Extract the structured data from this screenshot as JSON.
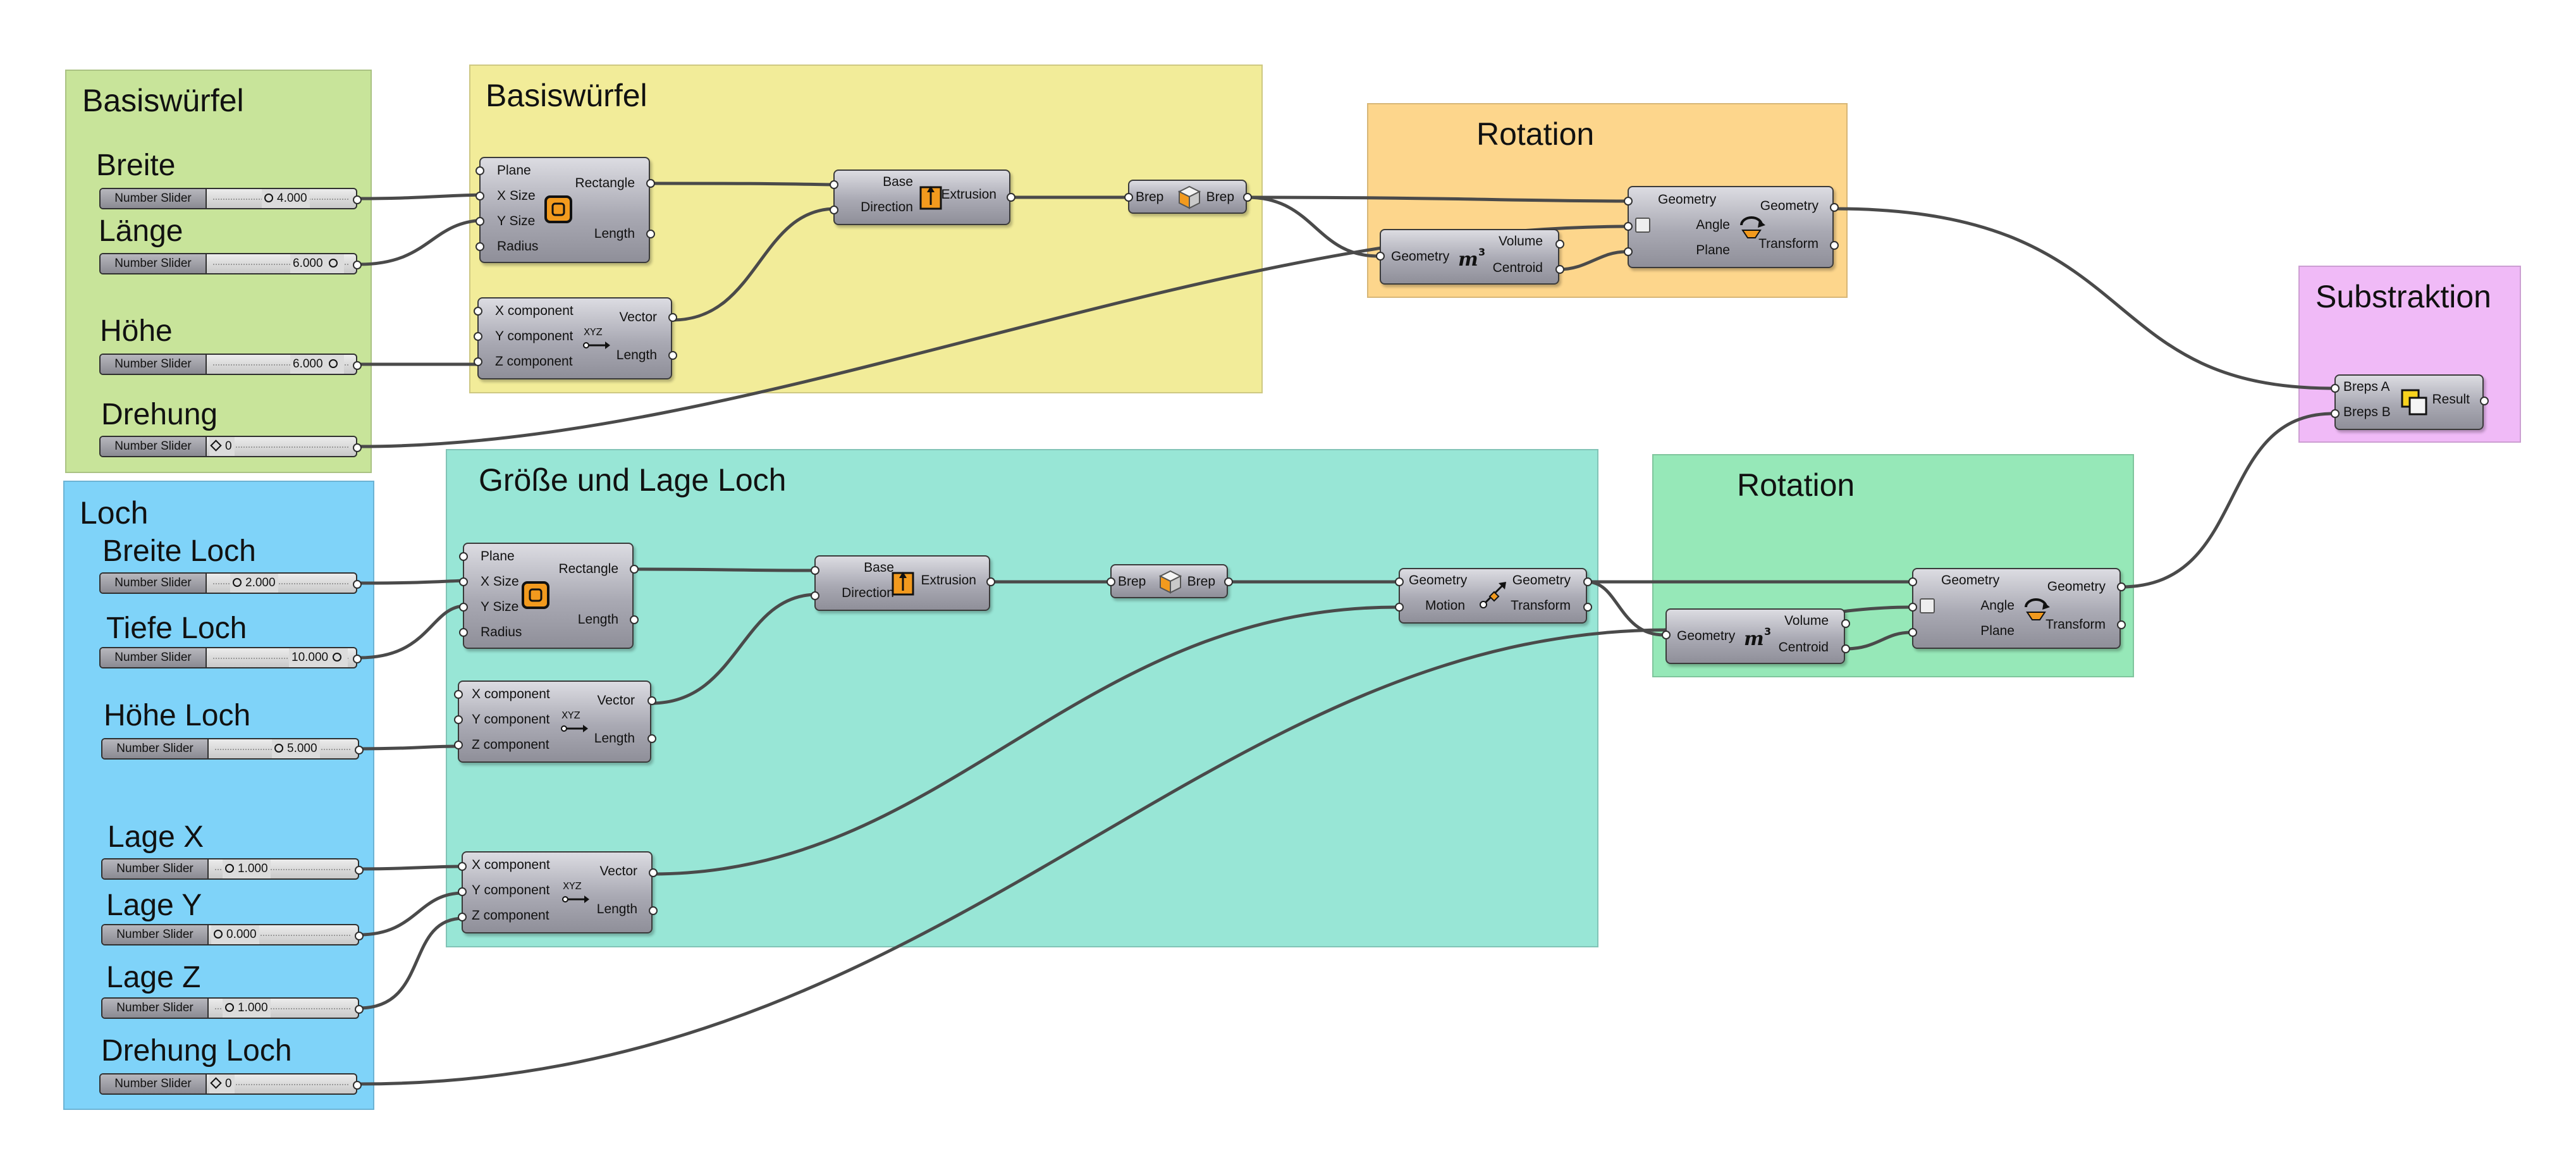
{
  "groups": {
    "basis_left": {
      "title": "Basiswürfel",
      "color": "#c8e49a"
    },
    "basis_main": {
      "title": "Basiswürfel",
      "color": "#f2ec99"
    },
    "rotation_top": {
      "title": "Rotation",
      "color": "#fdd68c"
    },
    "substraktion": {
      "title": "Substraktion",
      "color": "#f0baf7"
    },
    "loch": {
      "title": "Loch",
      "color": "#7fd3f9"
    },
    "groesse_lage": {
      "title": "Größe und Lage Loch",
      "color": "#98e6d6"
    },
    "rotation_bottom": {
      "title": "Rotation",
      "color": "#96e8b8"
    }
  },
  "sliders": {
    "breite": {
      "label": "Breite",
      "name": "Number Slider",
      "value": "4.000"
    },
    "laenge": {
      "label": "Länge",
      "name": "Number Slider",
      "value": "6.000"
    },
    "hoehe": {
      "label": "Höhe",
      "name": "Number Slider",
      "value": "6.000"
    },
    "drehung": {
      "label": "Drehung",
      "name": "Number Slider",
      "value": "0"
    },
    "breite_loch": {
      "label": "Breite Loch",
      "name": "Number Slider",
      "value": "2.000"
    },
    "tiefe_loch": {
      "label": "Tiefe Loch",
      "name": "Number Slider",
      "value": "10.000"
    },
    "hoehe_loch": {
      "label": "Höhe Loch",
      "name": "Number Slider",
      "value": "5.000"
    },
    "lage_x": {
      "label": "Lage X",
      "name": "Number Slider",
      "value": "1.000"
    },
    "lage_y": {
      "label": "Lage Y",
      "name": "Number Slider",
      "value": "0.000"
    },
    "lage_z": {
      "label": "Lage Z",
      "name": "Number Slider",
      "value": "1.000"
    },
    "drehung_loch": {
      "label": "Drehung Loch",
      "name": "Number Slider",
      "value": "0"
    }
  },
  "components": {
    "rect1": {
      "in": [
        "Plane",
        "X Size",
        "Y Size",
        "Radius"
      ],
      "out": [
        "Rectangle",
        "Length"
      ],
      "icon": "rectangle-icon"
    },
    "vec1": {
      "in": [
        "X component",
        "Y component",
        "Z component"
      ],
      "out": [
        "Vector",
        "Length"
      ],
      "icon": "vector-xyz-icon"
    },
    "ext1": {
      "in": [
        "Base",
        "Direction"
      ],
      "out": [
        "Extrusion"
      ],
      "icon": "extrude-icon"
    },
    "brep1": {
      "in": [
        "Brep"
      ],
      "out": [
        "Brep"
      ],
      "icon": "brep-icon"
    },
    "vol1": {
      "in": [
        "Geometry"
      ],
      "out": [
        "Volume",
        "Centroid"
      ],
      "icon": "volume-icon"
    },
    "rot1": {
      "in": [
        "Geometry",
        "Angle",
        "Plane"
      ],
      "out": [
        "Geometry",
        "Transform"
      ],
      "icon": "rotate-icon"
    },
    "diff": {
      "in": [
        "Breps A",
        "Breps B"
      ],
      "out": [
        "Result"
      ],
      "icon": "boolean-difference-icon"
    },
    "rect2": {
      "in": [
        "Plane",
        "X Size",
        "Y Size",
        "Radius"
      ],
      "out": [
        "Rectangle",
        "Length"
      ],
      "icon": "rectangle-icon"
    },
    "vec2": {
      "in": [
        "X component",
        "Y component",
        "Z component"
      ],
      "out": [
        "Vector",
        "Length"
      ],
      "icon": "vector-xyz-icon"
    },
    "ext2": {
      "in": [
        "Base",
        "Direction"
      ],
      "out": [
        "Extrusion"
      ],
      "icon": "extrude-icon"
    },
    "brep2": {
      "in": [
        "Brep"
      ],
      "out": [
        "Brep"
      ],
      "icon": "brep-icon"
    },
    "move": {
      "in": [
        "Geometry",
        "Motion"
      ],
      "out": [
        "Geometry",
        "Transform"
      ],
      "icon": "move-icon"
    },
    "vec3": {
      "in": [
        "X component",
        "Y component",
        "Z component"
      ],
      "out": [
        "Vector",
        "Length"
      ],
      "icon": "vector-xyz-icon"
    },
    "vol2": {
      "in": [
        "Geometry"
      ],
      "out": [
        "Volume",
        "Centroid"
      ],
      "icon": "volume-icon"
    },
    "rot2": {
      "in": [
        "Geometry",
        "Angle",
        "Plane"
      ],
      "out": [
        "Geometry",
        "Transform"
      ],
      "icon": "rotate-icon"
    }
  },
  "colors": {
    "wire": "#4a4a4a",
    "component_fill": "#a9a9b3",
    "icon_orange": "#f29a1e"
  }
}
